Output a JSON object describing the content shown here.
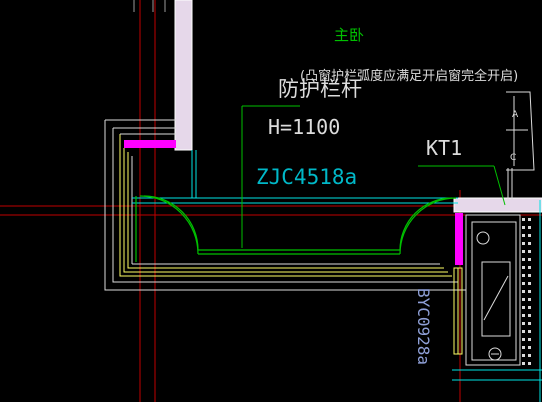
{
  "drawing": {
    "room_name": "主卧",
    "railing_label": "防护栏杆",
    "window_note": "(凸窗护栏弧度应满足开启窗完全开启)",
    "height_label": "H=1100",
    "window_code": "ZJC4518a",
    "ac_label": "KT1",
    "side_code": "BYC0928a",
    "equipment_marks": [
      "A",
      "C"
    ]
  },
  "colors": {
    "background": "#000000",
    "wall_fill": "#e6d8ea",
    "magenta": "#ff00ff",
    "green": "#00c000",
    "cyan": "#00e5e5",
    "red": "#c00000",
    "yellow": "#ffff66",
    "white": "#ffffff"
  }
}
